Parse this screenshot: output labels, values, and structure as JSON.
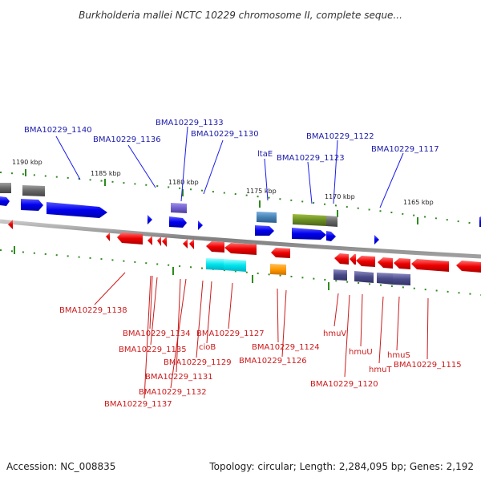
{
  "title": "Burkholderia mallei NCTC 10229 chromosome II, complete seque...",
  "footer": {
    "accession": "Accession: NC_008835",
    "topology": "Topology: circular; Length: 2,284,095 bp; Genes: 2,192"
  },
  "scale_labels": [
    "1190 kbp",
    "1185 kbp",
    "1180 kbp",
    "1175 kbp",
    "1170 kbp",
    "1165 kbp"
  ],
  "top_labels": [
    "BMA10229_1140",
    "BMA10229_1136",
    "BMA10229_1133",
    "BMA10229_1130",
    "ltaE",
    "BMA10229_1123",
    "BMA10229_1122",
    "BMA10229_1117"
  ],
  "bottom_labels": [
    "BMA10229_1138",
    "BMA10229_1134",
    "BMA10229_1135",
    "BMA10229_1137",
    "BMA10229_1132",
    "BMA10229_1131",
    "BMA10229_1129",
    "cioB",
    "BMA10229_1127",
    "BMA10229_1124",
    "BMA10229_1126",
    "hmuV",
    "BMA10229_1120",
    "hmuU",
    "hmuT",
    "hmuS",
    "BMA10229_1115"
  ],
  "colors": {
    "forward_strand": "#1a1aee",
    "reverse_strand": "#ee1a1a",
    "top_label": "#1a1aaa",
    "bottom_label": "#cc1a1a",
    "backbone": "#888888",
    "tick_green": "#2e8b1e"
  }
}
